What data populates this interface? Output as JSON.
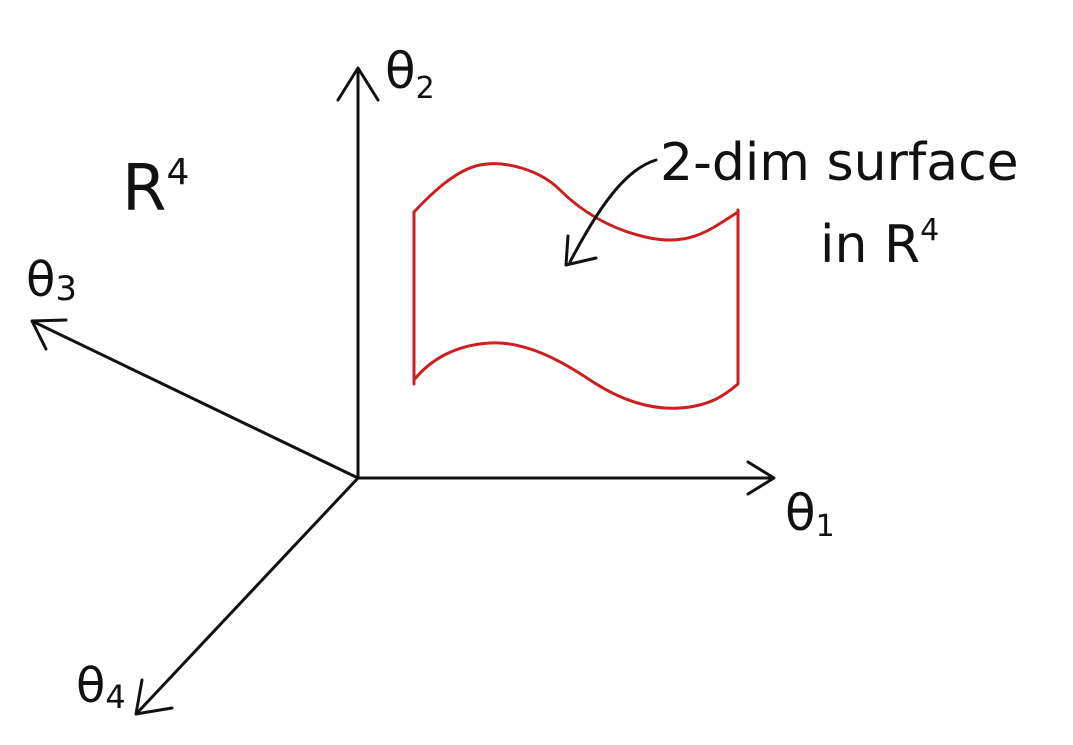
{
  "space_label": {
    "main": "R",
    "sup": "4"
  },
  "axes": [
    {
      "id": "theta1",
      "symbol": "θ",
      "subscript": "1"
    },
    {
      "id": "theta2",
      "symbol": "θ",
      "subscript": "2"
    },
    {
      "id": "theta3",
      "symbol": "θ",
      "subscript": "3"
    },
    {
      "id": "theta4",
      "symbol": "θ",
      "subscript": "4"
    }
  ],
  "annotation": {
    "line1": "2-dim surface",
    "line2_prefix": "in ",
    "line2_space": "R",
    "line2_sup": "4"
  },
  "colors": {
    "ink": "#111111",
    "surface": "#cc1f1f",
    "background": "#ffffff"
  }
}
